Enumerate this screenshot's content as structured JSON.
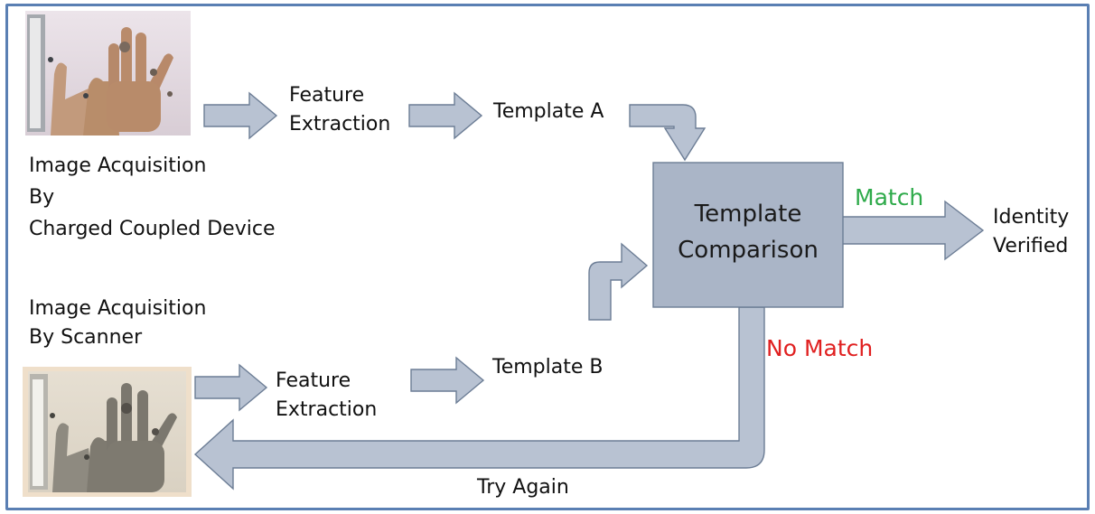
{
  "labels": {
    "acq_top_line1": "Image Acquisition",
    "acq_top_line2": "By",
    "acq_top_line3": "Charged Coupled Device",
    "feature_top_line1": "Feature",
    "feature_top_line2": "Extraction",
    "template_a": "Template A",
    "comparison_line1": "Template",
    "comparison_line2": "Comparison",
    "match": "Match",
    "identity_line1": "Identity",
    "identity_line2": "Verified",
    "acq_bottom_line1": "Image Acquisition",
    "acq_bottom_line2": "By Scanner",
    "feature_bottom_line1": "Feature",
    "feature_bottom_line2": "Extraction",
    "template_b": "Template B",
    "no_match": "No Match",
    "try_again": "Try Again"
  },
  "colors": {
    "border": "#5a7fb3",
    "arrow_fill": "#b8c2d2",
    "arrow_stroke": "#6c7d95",
    "box_fill": "#aab5c7",
    "match": "#2eaa4a",
    "no_match": "#e02020"
  }
}
